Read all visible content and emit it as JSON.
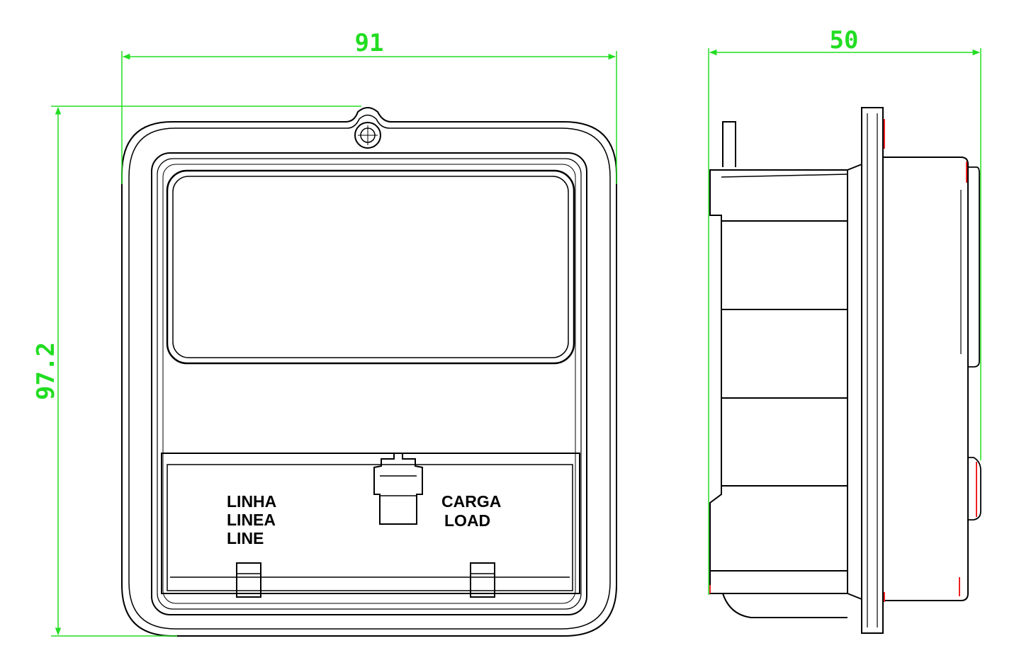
{
  "front_view": {
    "width_dimension": "91",
    "height_dimension": "97.2",
    "line_labels": [
      "LINHA",
      "LINEA",
      "LINE"
    ],
    "load_labels": [
      "CARGA",
      "LOAD"
    ]
  },
  "side_view": {
    "depth_dimension": "50"
  },
  "colors": {
    "dimension": "#22dd22",
    "outline": "#000000",
    "accent": "#ee2222"
  }
}
